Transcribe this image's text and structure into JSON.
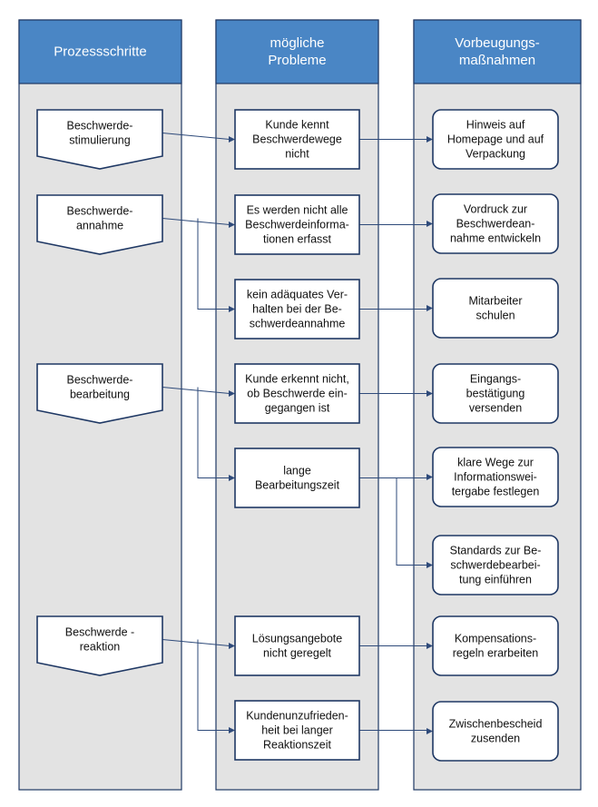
{
  "columns": [
    {
      "id": "prozess",
      "title": [
        "Prozessschritte"
      ]
    },
    {
      "id": "probleme",
      "title": [
        "mögliche",
        "Probleme"
      ]
    },
    {
      "id": "massnahmen",
      "title": [
        "Vorbeugungs-",
        "maßnahmen"
      ]
    }
  ],
  "steps": [
    {
      "id": "s1",
      "lines": [
        "Beschwerde-",
        "stimulierung"
      ]
    },
    {
      "id": "s2",
      "lines": [
        "Beschwerde-",
        "annahme"
      ]
    },
    {
      "id": "s3",
      "lines": [
        "Beschwerde-",
        "bearbeitung"
      ]
    },
    {
      "id": "s4",
      "lines": [
        "Beschwerde -",
        "reaktion"
      ]
    }
  ],
  "problems": [
    {
      "id": "p1",
      "lines": [
        "Kunde kennt",
        "Beschwerdewege",
        "nicht"
      ]
    },
    {
      "id": "p2",
      "lines": [
        "Es werden nicht alle",
        "Beschwerdeinforma-",
        "tionen erfasst"
      ]
    },
    {
      "id": "p3",
      "lines": [
        "kein adäquates Ver-",
        "halten bei der Be-",
        "schwerdeannahme"
      ]
    },
    {
      "id": "p4",
      "lines": [
        "Kunde erkennt nicht,",
        "ob Beschwerde ein-",
        "gegangen ist"
      ]
    },
    {
      "id": "p5",
      "lines": [
        "lange",
        "Bearbeitungszeit"
      ]
    },
    {
      "id": "p6",
      "lines": [
        "Lösungsangebote",
        "nicht geregelt"
      ]
    },
    {
      "id": "p7",
      "lines": [
        "Kundenunzufrieden-",
        "heit bei langer",
        "Reaktionszeit"
      ]
    }
  ],
  "measures": [
    {
      "id": "m1",
      "lines": [
        "Hinweis auf",
        "Homepage und auf",
        "Verpackung"
      ]
    },
    {
      "id": "m2",
      "lines": [
        "Vordruck zur",
        "Beschwerdean-",
        "nahme entwickeln"
      ]
    },
    {
      "id": "m3",
      "lines": [
        "Mitarbeiter",
        "schulen"
      ]
    },
    {
      "id": "m4",
      "lines": [
        "Eingangs-",
        "bestätigung",
        "versenden"
      ]
    },
    {
      "id": "m5",
      "lines": [
        "klare Wege zur",
        "Informationswei-",
        "tergabe festlegen"
      ]
    },
    {
      "id": "m6",
      "lines": [
        "Standards zur Be-",
        "schwerdebearbei-",
        "tung einführen"
      ]
    },
    {
      "id": "m7",
      "lines": [
        "Kompensations-",
        "regeln erarbeiten"
      ]
    },
    {
      "id": "m8",
      "lines": [
        "Zwischenbescheid",
        "zusenden"
      ]
    }
  ],
  "connections": [
    {
      "from": "s1",
      "to": "p1"
    },
    {
      "from": "s2",
      "to": "p2"
    },
    {
      "from": "s2",
      "to": "p3"
    },
    {
      "from": "s3",
      "to": "p4"
    },
    {
      "from": "s3",
      "to": "p5"
    },
    {
      "from": "s4",
      "to": "p6"
    },
    {
      "from": "s4",
      "to": "p7"
    },
    {
      "from": "p1",
      "to": "m1"
    },
    {
      "from": "p2",
      "to": "m2"
    },
    {
      "from": "p3",
      "to": "m3"
    },
    {
      "from": "p4",
      "to": "m4"
    },
    {
      "from": "p5",
      "to": "m5"
    },
    {
      "from": "p5",
      "to": "m6"
    },
    {
      "from": "p6",
      "to": "m7"
    },
    {
      "from": "p7",
      "to": "m8"
    }
  ]
}
